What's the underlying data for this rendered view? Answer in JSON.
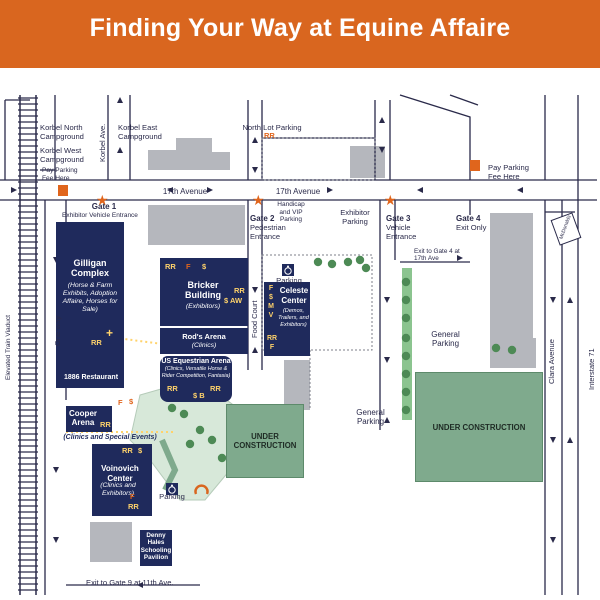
{
  "title": "Finding Your Way at Equine Affaire",
  "colors": {
    "banner": "#d9661f",
    "building": "#1f2a5c",
    "road": "#2a2a4a",
    "green": "#7faa8d"
  },
  "labels": {
    "korbel_north": "Korbel North Campground",
    "korbel_west": "Korbel West Campground",
    "korbel_ave": "Korbel Ave.",
    "korbel_east": "Korbel East Campground",
    "pay_parking_left": "Pay Parking Fee Here",
    "north_lot": "North Lot Parking",
    "pay_parking_right": "Pay Parking Fee Here",
    "ave17_left": "17th Avenue",
    "ave17_right": "17th Avenue",
    "gate1": "Gate 1",
    "exhibitor_vehicle_entrance": "Exhibitor Vehicle Entrance",
    "gate2": "Gate 2",
    "pedestrian_entrance": "Pedestrian Entrance",
    "handicap_vip": "Handicap and VIP Parking",
    "exhibitor_parking": "Exhibitor Parking",
    "gate3": "Gate 3",
    "vehicle_entrance": "Vehicle Entrance",
    "gate4": "Gate 4",
    "exit_only": "Exit Only",
    "exit_gate4": "Exit to Gate 4 at 17th Ave",
    "mcdonalds": "McDonalds",
    "general_parking_right": "General Parking",
    "general_parking_mid": "General Parking",
    "under_construction_1": "UNDER CONSTRUCTION",
    "under_construction_2": "UNDER CONSTRUCTION",
    "clara_ave": "Clara Avenue",
    "interstate71": "Interstate 71",
    "elevated_train": "Elevated Train Viaduct",
    "one_way": "One-way",
    "food_court": "Food Court",
    "parking1": "Parking",
    "parking2": "Parking",
    "exit_gate9": "Exit to Gate 9 at 11th Ave."
  },
  "buildings": {
    "gilligan": {
      "name": "Gilligan Complex",
      "sub": "(Horse & Farm Exhibits, Adoption Affaire, Horses for Sale)",
      "rr": "RR",
      "restaurant": "1886 Restaurant"
    },
    "bricker": {
      "name": "Bricker Building",
      "sub": "(Exhibitors)",
      "rr": "RR",
      "f": "F",
      "dollar": "$",
      "aw": "$ AW",
      "rr2": "RR"
    },
    "rods": {
      "name": "Rod's Arena",
      "sub": "(Clinics)"
    },
    "celeste": {
      "name": "Celeste Center",
      "sub": "(Demos, Trailers, and Exhibitors)",
      "side": "F $ M V",
      "rr": "RR F"
    },
    "us_equestrian": {
      "name": "US Equestrian Arena",
      "sub": "(Clinics, Versatile Horse & Rider Competition, Fantasia)",
      "rr": "RR",
      "sb": "$ B",
      "rr2": "RR"
    },
    "cooper": {
      "name": "Cooper Arena",
      "sub": "(Clinics and Special Events)",
      "rr": "RR",
      "f": "F",
      "dollar": "$"
    },
    "voinovich": {
      "name": "Voinovich Center",
      "sub": "(Clinics and Exhibitors)",
      "rr": "RR",
      "dollar": "$",
      "f": "F",
      "rr2": "RR"
    },
    "denny": {
      "name": "Denny Hales Schooling Pavilion"
    }
  },
  "icons": [
    "star-icon",
    "wheelchair-icon",
    "tree-icon",
    "arrow-icon",
    "horseshoe-icon"
  ]
}
